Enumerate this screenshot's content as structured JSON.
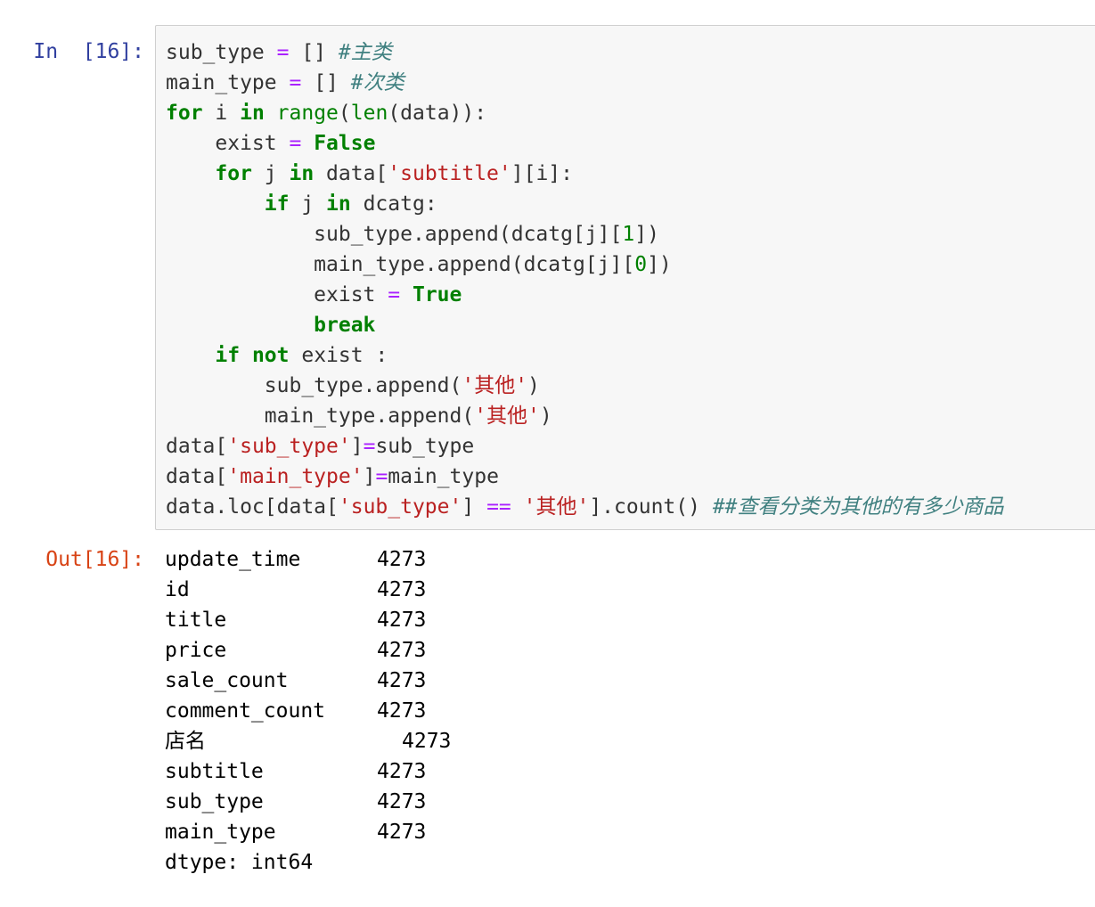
{
  "input_cell": {
    "prompt": "In  [16]:",
    "code_lines": [
      [
        {
          "t": "sub_type ",
          "c": ""
        },
        {
          "t": "=",
          "c": "op"
        },
        {
          "t": " [] ",
          "c": ""
        },
        {
          "t": "#主类",
          "c": "cmt"
        }
      ],
      [
        {
          "t": "main_type ",
          "c": ""
        },
        {
          "t": "=",
          "c": "op"
        },
        {
          "t": " [] ",
          "c": ""
        },
        {
          "t": "#次类",
          "c": "cmt"
        }
      ],
      [
        {
          "t": "for",
          "c": "kw"
        },
        {
          "t": " i ",
          "c": ""
        },
        {
          "t": "in",
          "c": "kw"
        },
        {
          "t": " ",
          "c": ""
        },
        {
          "t": "range",
          "c": "bi"
        },
        {
          "t": "(",
          "c": ""
        },
        {
          "t": "len",
          "c": "bi"
        },
        {
          "t": "(data)):",
          "c": ""
        }
      ],
      [
        {
          "t": "    exist ",
          "c": ""
        },
        {
          "t": "=",
          "c": "op"
        },
        {
          "t": " ",
          "c": ""
        },
        {
          "t": "False",
          "c": "kw"
        }
      ],
      [
        {
          "t": "    ",
          "c": ""
        },
        {
          "t": "for",
          "c": "kw"
        },
        {
          "t": " j ",
          "c": ""
        },
        {
          "t": "in",
          "c": "kw"
        },
        {
          "t": " data[",
          "c": ""
        },
        {
          "t": "'subtitle'",
          "c": "str"
        },
        {
          "t": "][i]:",
          "c": ""
        }
      ],
      [
        {
          "t": "        ",
          "c": ""
        },
        {
          "t": "if",
          "c": "kw"
        },
        {
          "t": " j ",
          "c": ""
        },
        {
          "t": "in",
          "c": "kw"
        },
        {
          "t": " dcatg:",
          "c": ""
        }
      ],
      [
        {
          "t": "            sub_type.append(dcatg[j][",
          "c": ""
        },
        {
          "t": "1",
          "c": "num"
        },
        {
          "t": "])",
          "c": ""
        }
      ],
      [
        {
          "t": "            main_type.append(dcatg[j][",
          "c": ""
        },
        {
          "t": "0",
          "c": "num"
        },
        {
          "t": "])",
          "c": ""
        }
      ],
      [
        {
          "t": "            exist ",
          "c": ""
        },
        {
          "t": "=",
          "c": "op"
        },
        {
          "t": " ",
          "c": ""
        },
        {
          "t": "True",
          "c": "kw"
        }
      ],
      [
        {
          "t": "            ",
          "c": ""
        },
        {
          "t": "break",
          "c": "kw"
        }
      ],
      [
        {
          "t": "    ",
          "c": ""
        },
        {
          "t": "if",
          "c": "kw"
        },
        {
          "t": " ",
          "c": ""
        },
        {
          "t": "not",
          "c": "kw"
        },
        {
          "t": " exist :",
          "c": ""
        }
      ],
      [
        {
          "t": "        sub_type.append(",
          "c": ""
        },
        {
          "t": "'其他'",
          "c": "str"
        },
        {
          "t": ")",
          "c": ""
        }
      ],
      [
        {
          "t": "        main_type.append(",
          "c": ""
        },
        {
          "t": "'其他'",
          "c": "str"
        },
        {
          "t": ")",
          "c": ""
        }
      ],
      [
        {
          "t": "data[",
          "c": ""
        },
        {
          "t": "'sub_type'",
          "c": "str"
        },
        {
          "t": "]",
          "c": ""
        },
        {
          "t": "=",
          "c": "op"
        },
        {
          "t": "sub_type",
          "c": ""
        }
      ],
      [
        {
          "t": "data[",
          "c": ""
        },
        {
          "t": "'main_type'",
          "c": "str"
        },
        {
          "t": "]",
          "c": ""
        },
        {
          "t": "=",
          "c": "op"
        },
        {
          "t": "main_type",
          "c": ""
        }
      ],
      [
        {
          "t": "data.loc[data[",
          "c": ""
        },
        {
          "t": "'sub_type'",
          "c": "str"
        },
        {
          "t": "] ",
          "c": ""
        },
        {
          "t": "==",
          "c": "op"
        },
        {
          "t": " ",
          "c": ""
        },
        {
          "t": "'其他'",
          "c": "str"
        },
        {
          "t": "].count() ",
          "c": ""
        },
        {
          "t": "##查看分类为其他的有多少商品",
          "c": "cmt"
        }
      ]
    ]
  },
  "output_cell": {
    "prompt": "Out[16]:",
    "rows": [
      {
        "key": "update_time",
        "value": "4273"
      },
      {
        "key": "id",
        "value": "4273"
      },
      {
        "key": "title",
        "value": "4273"
      },
      {
        "key": "price",
        "value": "4273"
      },
      {
        "key": "sale_count",
        "value": "4273"
      },
      {
        "key": "comment_count",
        "value": "4273"
      },
      {
        "key": "店名",
        "value": "4273",
        "wide": true
      },
      {
        "key": "subtitle",
        "value": "4273"
      },
      {
        "key": "sub_type",
        "value": "4273"
      },
      {
        "key": "main_type",
        "value": "4273"
      }
    ],
    "dtype_line": "dtype: int64"
  },
  "colors": {
    "keyword": "#008000",
    "operator": "#aa22ff",
    "string": "#ba2121",
    "comment": "#408080",
    "in_prompt": "#303f9f",
    "out_prompt": "#d84315",
    "input_bg": "#f7f7f7"
  }
}
